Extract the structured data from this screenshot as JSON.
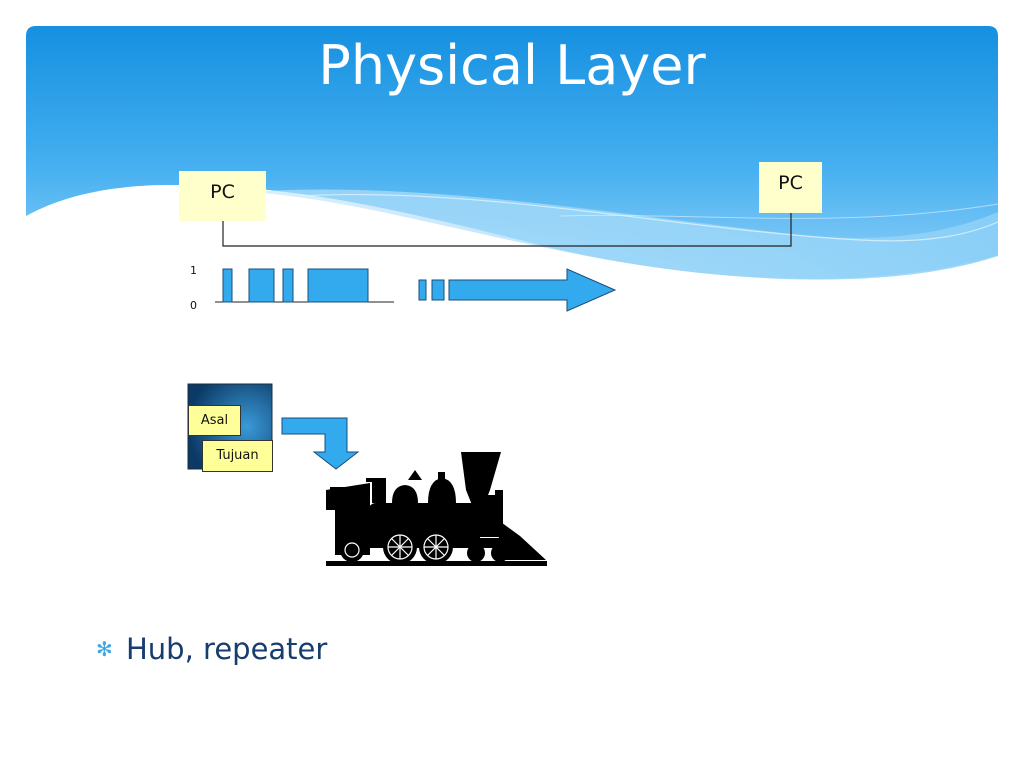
{
  "slide": {
    "title": "Physical Layer"
  },
  "diagram": {
    "pc_left": "PC",
    "pc_right": "PC",
    "signal": {
      "high_label": "1",
      "low_label": "0"
    },
    "packet": {
      "source_label": "Asal",
      "destination_label": "Tujuan"
    }
  },
  "bullets": [
    "Hub, repeater"
  ],
  "colors": {
    "header_blue": "#1a95e0",
    "pulse_blue": "#33aaee",
    "label_yellow": "#ffff99",
    "pc_box_yellow": "#ffffcc",
    "bullet_text": "#163d6e",
    "bullet_icon": "#3aa7e8"
  },
  "icons": {
    "bullet": "asterisk-icon",
    "train": "steam-locomotive-icon"
  }
}
